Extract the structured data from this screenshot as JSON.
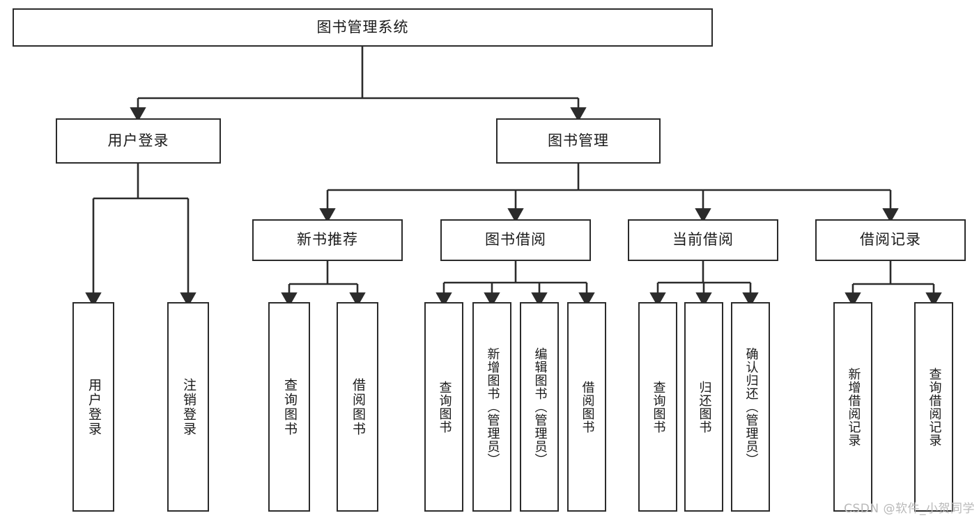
{
  "diagram": {
    "title": "图书管理系统",
    "watermark": "CSDN @软件_小贺同学",
    "stroke_color": "#2b2b2b",
    "background_color": "#ffffff",
    "root": {
      "id": "root",
      "label": "图书管理系统"
    },
    "level2": [
      {
        "id": "user-login",
        "label": "用户登录"
      },
      {
        "id": "book-management",
        "label": "图书管理"
      }
    ],
    "level3": [
      {
        "id": "new-book-recommend",
        "label": "新书推荐",
        "parent": "book-management"
      },
      {
        "id": "book-borrow",
        "label": "图书借阅",
        "parent": "book-management"
      },
      {
        "id": "current-borrow",
        "label": "当前借阅",
        "parent": "book-management"
      },
      {
        "id": "borrow-record",
        "label": "借阅记录",
        "parent": "book-management"
      }
    ],
    "leaves": [
      {
        "id": "leaf-user-login",
        "label": "用户登录",
        "parent": "user-login"
      },
      {
        "id": "leaf-logout-login",
        "label": "注销登录",
        "parent": "user-login"
      },
      {
        "id": "leaf-query-book-1",
        "label": "查询图书",
        "parent": "new-book-recommend"
      },
      {
        "id": "leaf-borrow-book-1",
        "label": "借阅图书",
        "parent": "new-book-recommend"
      },
      {
        "id": "leaf-query-book-2",
        "label": "查询图书",
        "parent": "book-borrow"
      },
      {
        "id": "leaf-add-book",
        "label": "新增图书（管理员）",
        "parent": "book-borrow"
      },
      {
        "id": "leaf-edit-book",
        "label": "编辑图书（管理员）",
        "parent": "book-borrow"
      },
      {
        "id": "leaf-borrow-book-2",
        "label": "借阅图书",
        "parent": "book-borrow"
      },
      {
        "id": "leaf-query-book-3",
        "label": "查询图书",
        "parent": "current-borrow"
      },
      {
        "id": "leaf-return-book",
        "label": "归还图书",
        "parent": "current-borrow"
      },
      {
        "id": "leaf-confirm-return",
        "label": "确认归还（管理员）",
        "parent": "current-borrow"
      },
      {
        "id": "leaf-add-record",
        "label": "新增借阅记录",
        "parent": "borrow-record"
      },
      {
        "id": "leaf-query-record",
        "label": "查询借阅记录",
        "parent": "borrow-record"
      }
    ]
  }
}
